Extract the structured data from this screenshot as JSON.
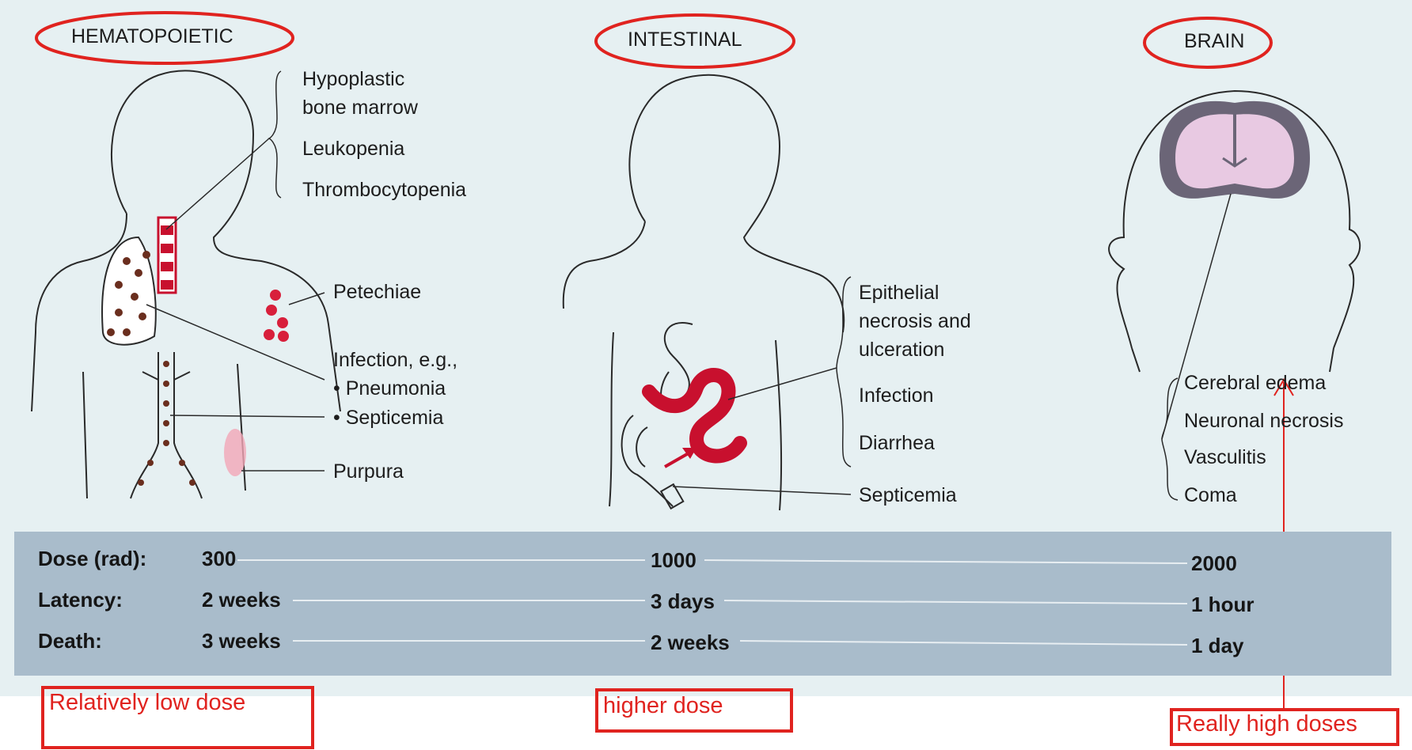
{
  "sections": {
    "hematopoietic": {
      "title": "HEMATOPOIETIC",
      "bracket_items": [
        "Hypoplastic",
        "bone marrow",
        "Leukopenia",
        "Thrombocytopenia"
      ],
      "labels": {
        "petechiae": "Petechiae",
        "infection": "Infection, e.g.,",
        "pneumonia": "• Pneumonia",
        "septicemia": "• Septicemia",
        "purpura": "Purpura"
      }
    },
    "intestinal": {
      "title": "INTESTINAL",
      "bracket_items": [
        "Epithelial",
        "necrosis and",
        "ulceration",
        "Infection",
        "Diarrhea"
      ],
      "labels": {
        "septicemia": "Septicemia"
      }
    },
    "brain": {
      "title": "BRAIN",
      "bracket_items": [
        "Cerebral edema",
        "Neuronal necrosis",
        "Vasculitis",
        "Coma"
      ]
    }
  },
  "dose_table": {
    "rows": [
      {
        "label": "Dose (rad):",
        "values": [
          "300",
          "1000",
          "2000"
        ]
      },
      {
        "label": "Latency:",
        "values": [
          "2 weeks",
          "3 days",
          "1 hour"
        ]
      },
      {
        "label": "Death:",
        "values": [
          "3 weeks",
          "2 weeks",
          "1 day"
        ]
      }
    ]
  },
  "annotations": {
    "low": "Relatively low dose",
    "higher": "higher dose",
    "really_high": "Really high doses"
  },
  "colors": {
    "annotation_red": "#e0231f",
    "intestine_red": "#c8102e",
    "brain_fill": "#e8c9e2",
    "brain_outline": "#6b6577",
    "panel_background": "#e6f0f2",
    "dose_band": "#a9bccb"
  }
}
